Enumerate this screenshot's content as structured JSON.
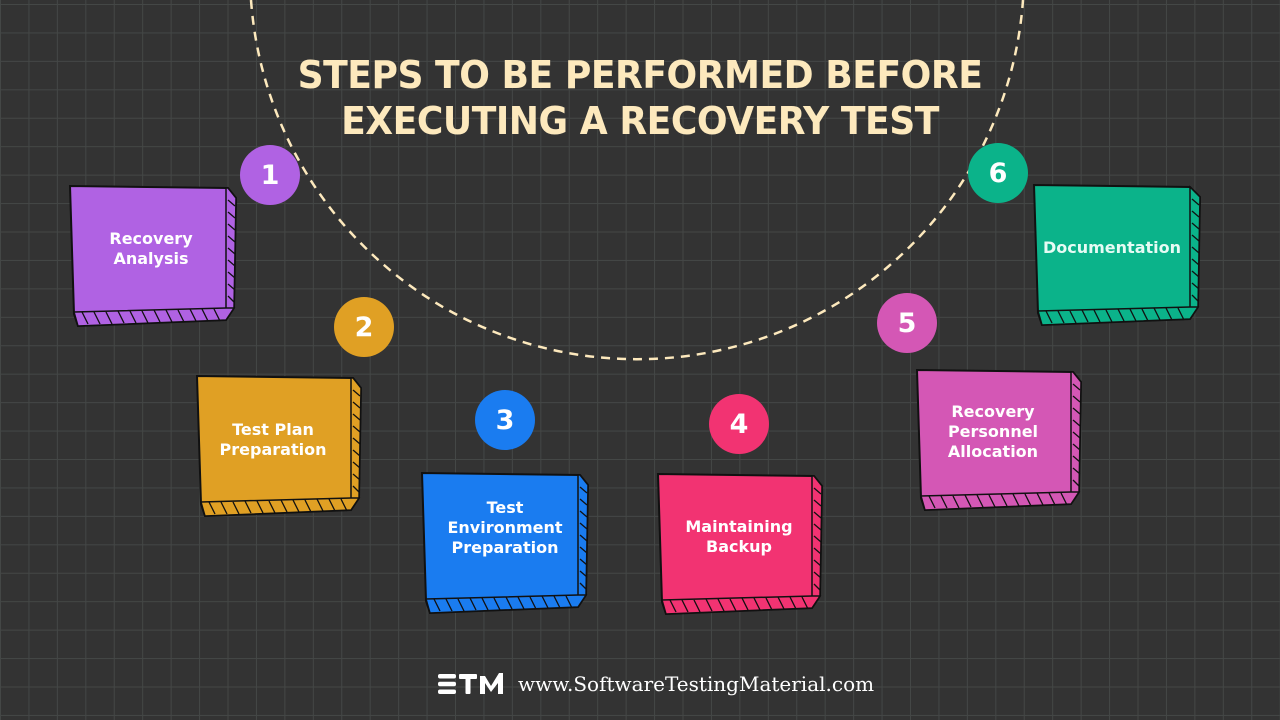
{
  "title": {
    "line1": "STEPS TO BE PERFORMED BEFORE",
    "line2": "EXECUTING A RECOVERY TEST"
  },
  "colors": {
    "background": "#333333",
    "grid": "#444746",
    "title": "#fde9bd",
    "arc": "#fde9bd"
  },
  "steps": [
    {
      "number": "1",
      "label_lines": [
        "Recovery",
        "Analysis"
      ],
      "color": "#b062e3"
    },
    {
      "number": "2",
      "label_lines": [
        "Test Plan",
        "Preparation"
      ],
      "color": "#e0a024"
    },
    {
      "number": "3",
      "label_lines": [
        "Test",
        "Environment",
        "Preparation"
      ],
      "color": "#1a7cf0"
    },
    {
      "number": "4",
      "label_lines": [
        "Maintaining",
        "Backup"
      ],
      "color": "#f23372"
    },
    {
      "number": "5",
      "label_lines": [
        "Recovery",
        "Personnel",
        "Allocation"
      ],
      "color": "#d457b5"
    },
    {
      "number": "6",
      "label_lines": [
        "Documentation"
      ],
      "color": "#0bb38a"
    }
  ],
  "footer": {
    "logo_text": "STM",
    "url": "www.SoftwareTestingMaterial.com"
  }
}
